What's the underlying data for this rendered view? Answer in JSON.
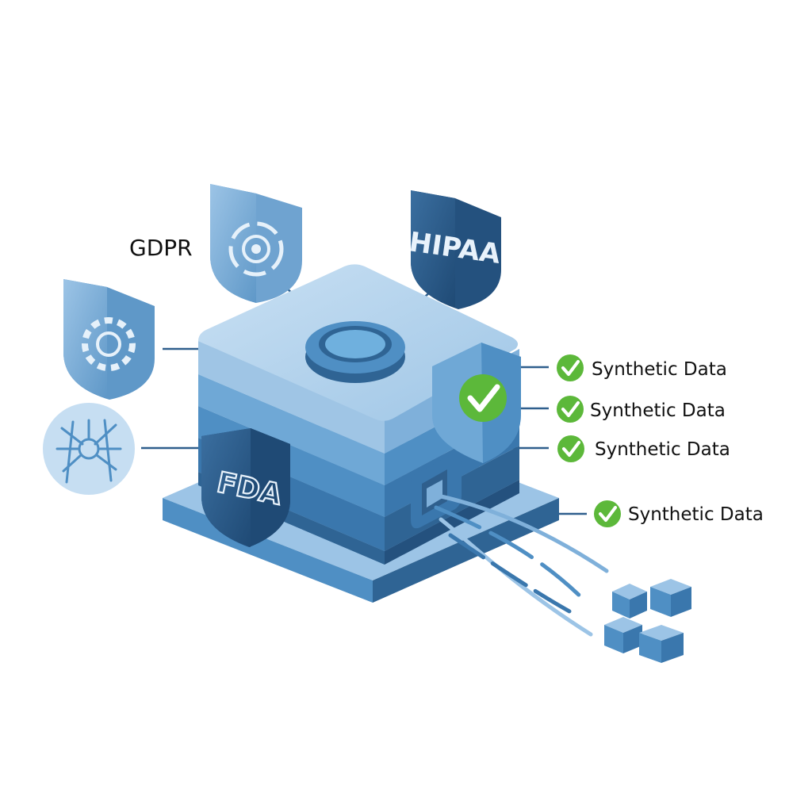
{
  "labels": {
    "gdpr": "GDPR",
    "hipaa": "HIPAA",
    "fda": "FDA"
  },
  "checks": [
    {
      "label": "Synthetic Data"
    },
    {
      "label": "Synthetic Data"
    },
    {
      "label": "Synthetic Data"
    },
    {
      "label": "Synthetic Data"
    }
  ],
  "colors": {
    "top_face": "#a9cdea",
    "top_face_light": "#c6def2",
    "front_light": "#6fa8d6",
    "front_mid": "#4f8fc4",
    "front_dark": "#3a77ad",
    "side_dark": "#2f6494",
    "shield_light": "#7fb0da",
    "shield_dark": "#2f5f8d",
    "shield_navy": "#24517e",
    "check_green": "#5cb83a",
    "connector": "#2f5f8d",
    "cube": "#4f8fc4"
  },
  "icons": {
    "gdpr_shield": "gdpr-shield-icon",
    "hipaa_shield": "hipaa-shield-icon",
    "fda_shield": "fda-shield-icon",
    "gear_shield": "gear-shield-icon",
    "network": "network-circle-icon",
    "check_shield": "check-shield-icon",
    "check": "check-circle-icon",
    "data_cubes": "data-cubes-icon"
  }
}
